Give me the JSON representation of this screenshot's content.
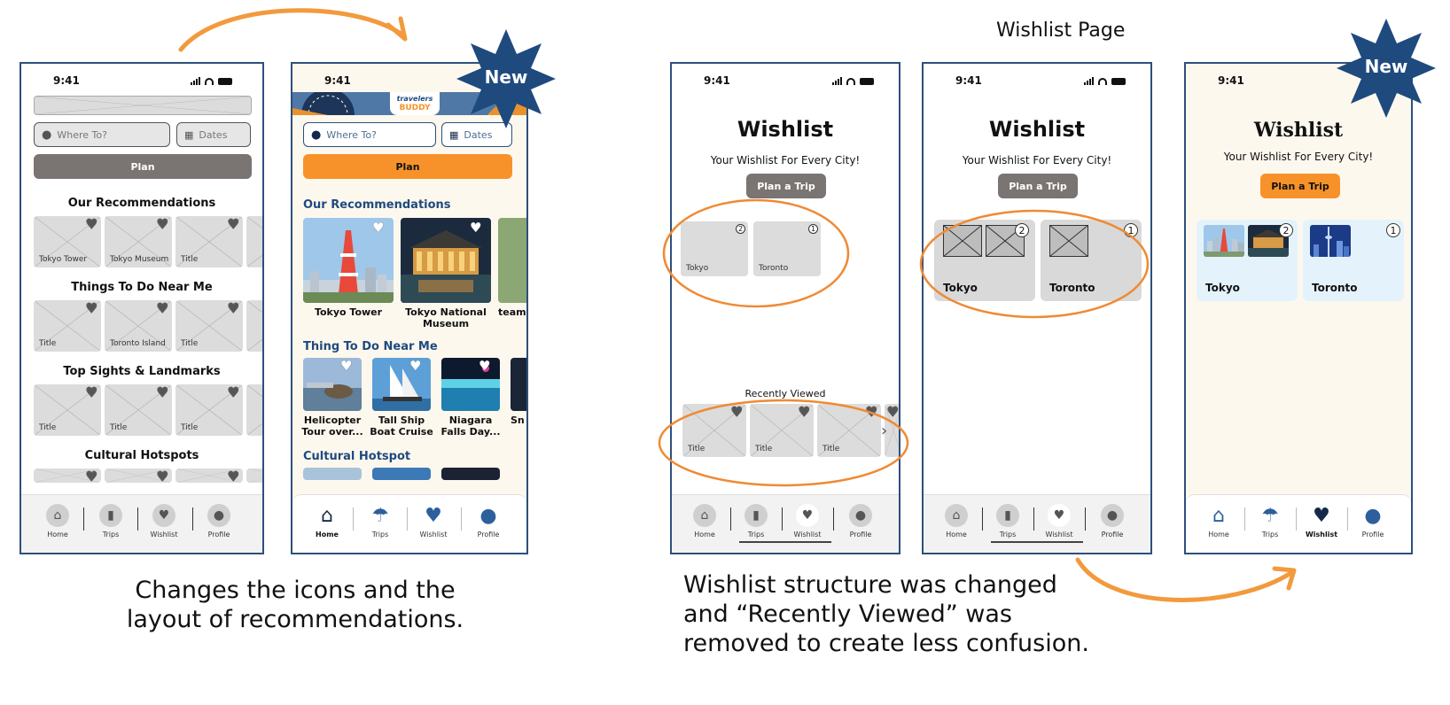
{
  "page_heading": "Wishlist Page",
  "captions": {
    "left": "Changes the icons and the layout of recommendations.",
    "right": "Wishlist structure was changed and “Recently Viewed” was removed to create less confusion."
  },
  "badge_label": "New",
  "status_time": "9:41",
  "search": {
    "where_placeholder": "Where To?",
    "dates_placeholder": "Dates",
    "plan_label": "Plan"
  },
  "home_old": {
    "sections": [
      {
        "title": "Our Recommendations",
        "cards": [
          "Tokyo Tower",
          "Tokyo Museum",
          "Title"
        ]
      },
      {
        "title": "Things To Do Near Me",
        "cards": [
          "Title",
          "Toronto Island",
          "Title"
        ]
      },
      {
        "title": "Top Sights & Landmarks",
        "cards": [
          "Title",
          "Title",
          "Title"
        ]
      },
      {
        "title": "Cultural Hotspots",
        "cards": []
      }
    ]
  },
  "home_new": {
    "brand_top": "travelers",
    "brand_bottom": "BUDDY",
    "sec1_title": "Our Recommendations",
    "sec1_cards": [
      "Tokyo Tower",
      "Tokyo National Museum",
      "team"
    ],
    "sec2_title": "Thing To Do Near Me",
    "sec2_cards": [
      "Helicopter Tour over...",
      "Tall Ship Boat Cruise",
      "Niagara Falls Day...",
      "Sn"
    ],
    "sec3_title": "Cultural Hotspot"
  },
  "nav": {
    "home": "Home",
    "trips": "Trips",
    "wishlist": "Wishlist",
    "profile": "Profile"
  },
  "wishlist": {
    "title": "Wishlist",
    "subtitle": "Your Wishlist For Every City!",
    "plan_trip": "Plan a Trip",
    "cities": [
      {
        "name": "Tokyo",
        "count": "2"
      },
      {
        "name": "Toronto",
        "count": "1"
      }
    ],
    "recently_viewed_title": "Recently Viewed",
    "recently_viewed_cards": [
      "Title",
      "Title",
      "Title"
    ]
  },
  "colors": {
    "accent_orange": "#f7922a",
    "brand_navy": "#1f4a7e",
    "frame_border": "#2d4f7c",
    "placeholder_gray": "#dcdcdc",
    "wishlist_card_blue": "#e4f3fb"
  }
}
